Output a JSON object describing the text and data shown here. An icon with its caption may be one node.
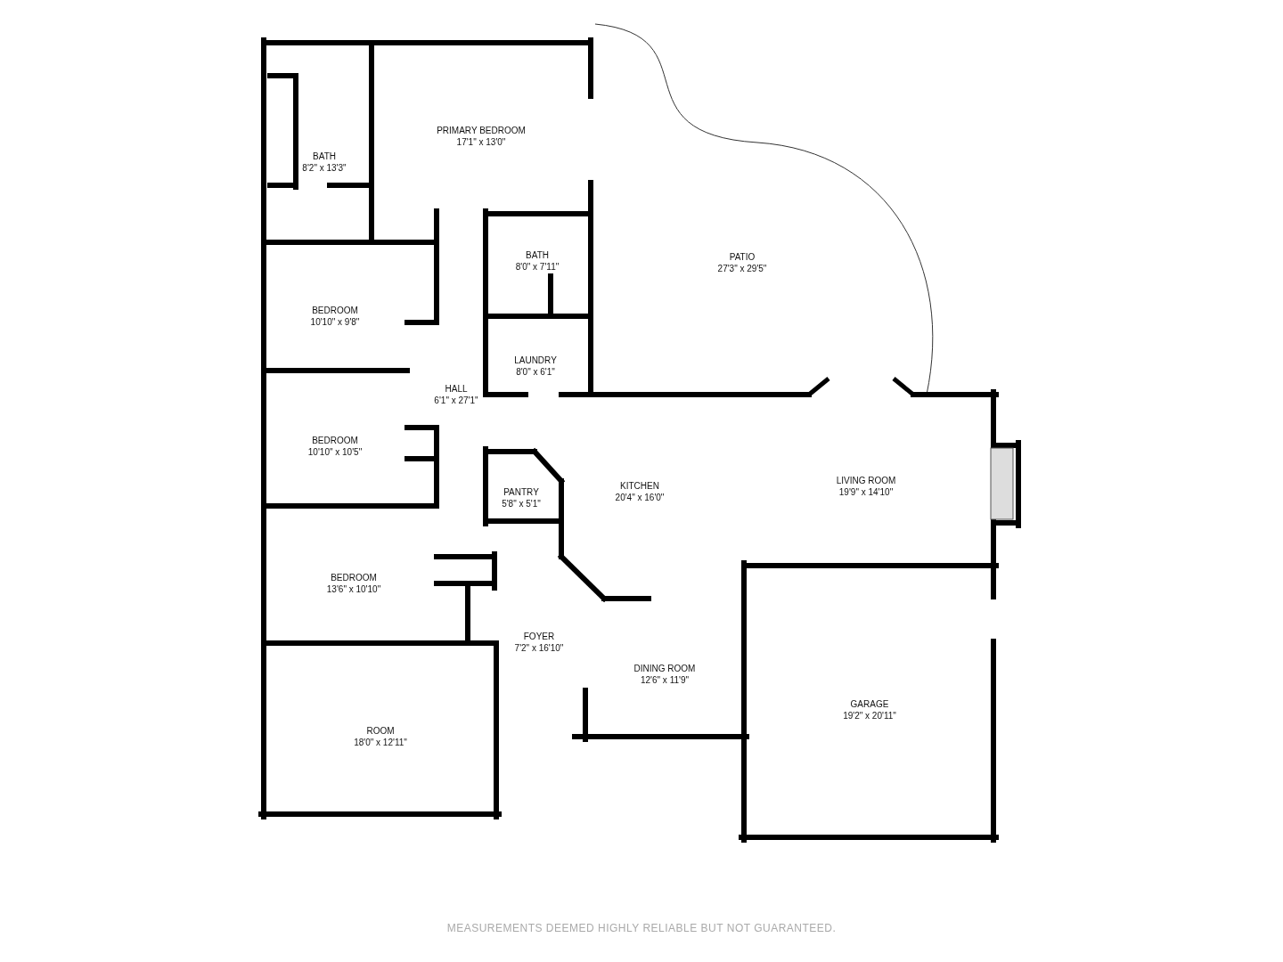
{
  "diagram": {
    "nodes": [
      {
        "text": [
          "PRIMARY BEDROOM",
          "17'1\" x 13'0\""
        ]
      },
      {
        "text": [
          "BATH",
          "8'2\" x 13'3\""
        ]
      },
      {
        "text": [
          "PATIO",
          "27'3\" x 29'5\""
        ]
      },
      {
        "text": [
          "BATH",
          "8'0\" x 7'11\""
        ]
      },
      {
        "text": [
          "BEDROOM",
          "10'10\" x 9'8\""
        ]
      },
      {
        "text": [
          "LAUNDRY",
          "8'0\" x 6'1\""
        ]
      },
      {
        "text": [
          "HALL",
          "6'1\" x 27'1\""
        ]
      },
      {
        "text": [
          "BEDROOM",
          "10'10\" x 10'5\""
        ]
      },
      {
        "text": [
          "PANTRY",
          "5'8\" x 5'1\""
        ]
      },
      {
        "text": [
          "KITCHEN",
          "20'4\" x 16'0\""
        ]
      },
      {
        "text": [
          "LIVING ROOM",
          "19'9\" x 14'10\""
        ]
      },
      {
        "text": [
          "BEDROOM",
          "13'6\" x 10'10\""
        ]
      },
      {
        "text": [
          "FOYER",
          "7'2\" x 16'10\""
        ]
      },
      {
        "text": [
          "DINING ROOM",
          "12'6\" x 11'9\""
        ]
      },
      {
        "text": [
          "GARAGE",
          "19'2\" x 20'11\""
        ]
      },
      {
        "text": [
          "ROOM",
          "18'0\" x 12'11\""
        ]
      }
    ],
    "labels": [
      "MEASUREMENTS DEEMED HIGHLY RELIABLE BUT NOT GUARANTEED."
    ]
  }
}
